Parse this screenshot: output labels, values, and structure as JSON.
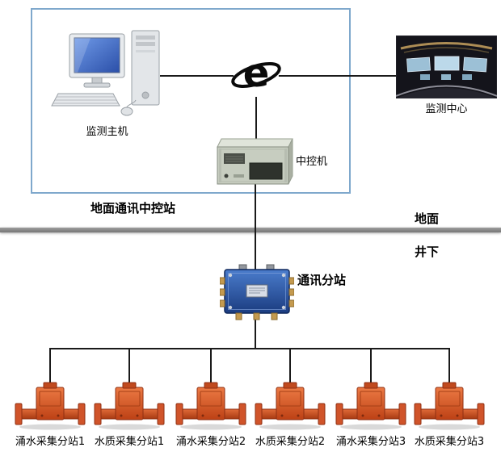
{
  "labels": {
    "ground_station": "地面通讯中控站",
    "host": "监测主机",
    "center": "监测中心",
    "control_machine": "中控机",
    "surface": "地面",
    "underground": "井下",
    "substation": "通讯分站"
  },
  "devices": [
    {
      "label": "涌水采集分站1"
    },
    {
      "label": "水质采集分站1"
    },
    {
      "label": "涌水采集分站2"
    },
    {
      "label": "水质采集分站2"
    },
    {
      "label": "涌水采集分站3"
    },
    {
      "label": "水质采集分站3"
    }
  ],
  "icons": {
    "internet": "internet-e-icon",
    "host": "desktop-computer-icon",
    "center": "monitoring-room-photo",
    "control_machine": "rack-server-icon",
    "substation": "junction-box-icon",
    "device": "flow-sensor-icon"
  },
  "colors": {
    "boundary_border": "#7fa8cc",
    "divider_gray": "#8c8c8c",
    "wire_black": "#1a1a1a",
    "sensor_orange": "#d0542a",
    "substation_blue": "#2a55a8",
    "screen_blue": "#3b6fd4"
  }
}
